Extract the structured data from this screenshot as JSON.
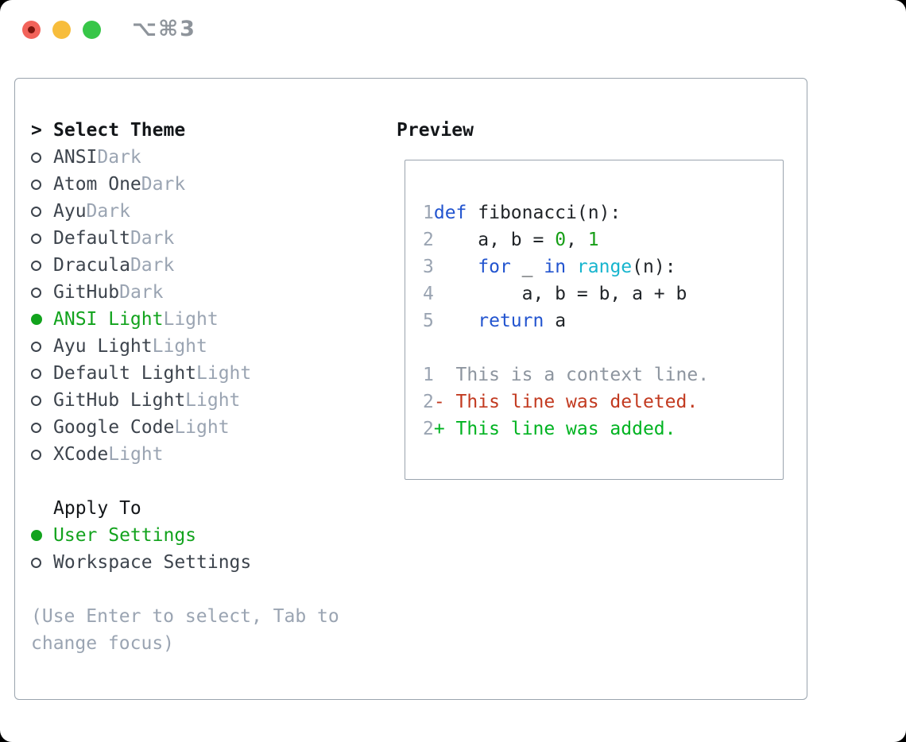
{
  "window": {
    "title": "⌥⌘3"
  },
  "theme_selector": {
    "header_marker": ">",
    "header": "Select Theme",
    "items": [
      {
        "name": "ANSI",
        "variant": "Dark",
        "selected": false
      },
      {
        "name": "Atom One",
        "variant": "Dark",
        "selected": false
      },
      {
        "name": "Ayu",
        "variant": "Dark",
        "selected": false
      },
      {
        "name": "Default",
        "variant": "Dark",
        "selected": false
      },
      {
        "name": "Dracula",
        "variant": "Dark",
        "selected": false
      },
      {
        "name": "GitHub",
        "variant": "Dark",
        "selected": false
      },
      {
        "name": "ANSI Light",
        "variant": "Light",
        "selected": true
      },
      {
        "name": "Ayu Light",
        "variant": "Light",
        "selected": false
      },
      {
        "name": "Default Light",
        "variant": "Light",
        "selected": false
      },
      {
        "name": "GitHub Light",
        "variant": "Light",
        "selected": false
      },
      {
        "name": "Google Code",
        "variant": "Light",
        "selected": false
      },
      {
        "name": "XCode",
        "variant": "Light",
        "selected": false
      }
    ]
  },
  "apply_to": {
    "header": "Apply To",
    "options": [
      {
        "name": "User Settings",
        "selected": true
      },
      {
        "name": "Workspace Settings",
        "selected": false
      }
    ]
  },
  "hint": "(Use Enter to select, Tab to change focus)",
  "preview": {
    "header": "Preview",
    "code_lines": [
      {
        "num": "1",
        "tokens": [
          {
            "t": "def",
            "c": "keyword"
          },
          {
            "t": " fibonacci(n):",
            "c": "plain"
          }
        ]
      },
      {
        "num": "2",
        "tokens": [
          {
            "t": "    a, b = ",
            "c": "plain"
          },
          {
            "t": "0",
            "c": "number"
          },
          {
            "t": ", ",
            "c": "plain"
          },
          {
            "t": "1",
            "c": "number"
          }
        ]
      },
      {
        "num": "3",
        "tokens": [
          {
            "t": "    ",
            "c": "plain"
          },
          {
            "t": "for",
            "c": "keyword"
          },
          {
            "t": " _ ",
            "c": "plain"
          },
          {
            "t": "in",
            "c": "keyword"
          },
          {
            "t": " ",
            "c": "plain"
          },
          {
            "t": "range",
            "c": "builtin"
          },
          {
            "t": "(n):",
            "c": "plain"
          }
        ]
      },
      {
        "num": "4",
        "tokens": [
          {
            "t": "        a, b = b, a + b",
            "c": "plain"
          }
        ]
      },
      {
        "num": "5",
        "tokens": [
          {
            "t": "    ",
            "c": "plain"
          },
          {
            "t": "return",
            "c": "keyword"
          },
          {
            "t": " a",
            "c": "plain"
          }
        ]
      }
    ],
    "diff_lines": [
      {
        "num": "1",
        "prefix": "  ",
        "text": "This is a context line.",
        "type": "context"
      },
      {
        "num": "2",
        "prefix": "- ",
        "text": "This line was deleted.",
        "type": "deleted"
      },
      {
        "num": "2",
        "prefix": "+ ",
        "text": "This line was added.",
        "type": "added"
      }
    ]
  },
  "colors": {
    "code-keyword": "#2254cf",
    "code-builtin": "#17b5ce",
    "code-number": "#169e16",
    "code-plain": "#212529",
    "line-number": "#9aa4b2",
    "diff-context": "#8d959f",
    "diff-deleted": "#c23a20",
    "diff-added": "#00b321",
    "selection-green": "#12a31d",
    "text-dark": "#3d444d",
    "text-black": "#131619",
    "text-muted": "#9aa4b2",
    "border-gray": "#9aa4ae",
    "traffic-red": "#f2635a",
    "traffic-red-dot": "#7c150d",
    "traffic-yellow": "#f7bd3c",
    "traffic-green": "#37c648",
    "title-gray": "#8e949b"
  }
}
